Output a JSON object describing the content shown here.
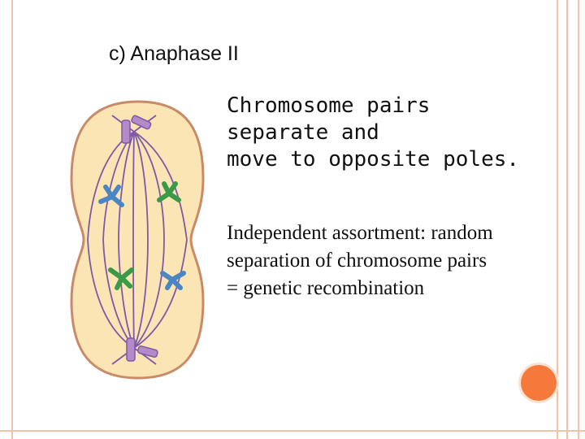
{
  "slide": {
    "title": "c) Anaphase II",
    "text1": [
      "Chromosome pairs",
      "separate and",
      "move to opposite poles."
    ],
    "text2": [
      "Independent assortment: random",
      "separation of chromosome pairs",
      "= genetic recombination"
    ]
  },
  "colors": {
    "frame": "#f3c2a8",
    "accent_dot": "#f4793b",
    "cell_fill": "#fbe5b4",
    "cell_border": "#c98a68",
    "spindle": "#7d5aa6",
    "centriole": "#b48ac8",
    "chromosome_blue": "#4a86c4",
    "chromosome_green": "#3a9a48"
  },
  "diagram": {
    "subject": "cell in anaphase II with spindle fibers and separating chromosomes",
    "icons": [
      "centriole-icon",
      "chromosome-icon"
    ]
  }
}
